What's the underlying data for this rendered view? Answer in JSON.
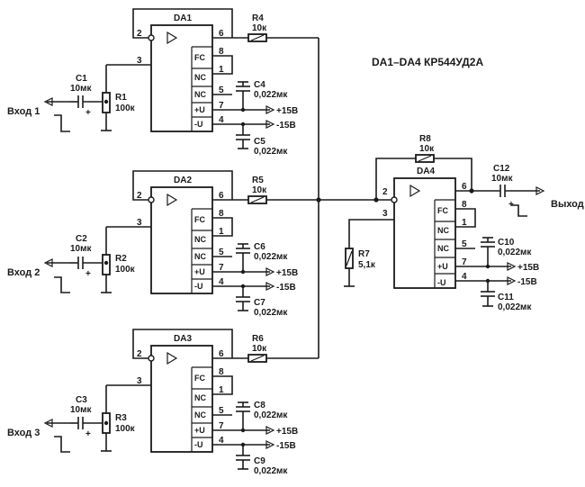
{
  "title": "DA1–DA4  КР544УД2А",
  "opamps": [
    {
      "ref": "DA1",
      "pins": {
        "inv": "2",
        "noninv": "3",
        "out": "6",
        "fc": "8",
        "nc1": "1",
        "nc2": "5",
        "vp": "7",
        "vm": "4"
      }
    },
    {
      "ref": "DA2",
      "pins": {
        "inv": "2",
        "noninv": "3",
        "out": "6",
        "fc": "8",
        "nc1": "1",
        "nc2": "5",
        "vp": "7",
        "vm": "4"
      }
    },
    {
      "ref": "DA3",
      "pins": {
        "inv": "2",
        "noninv": "3",
        "out": "6",
        "fc": "8",
        "nc1": "1",
        "nc2": "5",
        "vp": "7",
        "vm": "4"
      }
    },
    {
      "ref": "DA4",
      "pins": {
        "inv": "2",
        "noninv": "3",
        "out": "6",
        "fc": "8",
        "nc1": "1",
        "nc2": "5",
        "vp": "7",
        "vm": "4"
      }
    }
  ],
  "pin_labels": {
    "fc": "FC",
    "nc": "NC",
    "vp": "+U",
    "vm": "-U"
  },
  "rails": {
    "pos": "+15В",
    "neg": "-15В"
  },
  "inputs": [
    "Вход 1",
    "Вход 2",
    "Вход 3"
  ],
  "output": "Выход",
  "components": {
    "C1": {
      "ref": "C1",
      "value": "10мк"
    },
    "C2": {
      "ref": "C2",
      "value": "10мк"
    },
    "C3": {
      "ref": "C3",
      "value": "10мк"
    },
    "R1": {
      "ref": "R1",
      "value": "100к"
    },
    "R2": {
      "ref": "R2",
      "value": "100к"
    },
    "R3": {
      "ref": "R3",
      "value": "100к"
    },
    "R4": {
      "ref": "R4",
      "value": "10к"
    },
    "R5": {
      "ref": "R5",
      "value": "10к"
    },
    "R6": {
      "ref": "R6",
      "value": "10к"
    },
    "R7": {
      "ref": "R7",
      "value": "5,1к"
    },
    "R8": {
      "ref": "R8",
      "value": "10к"
    },
    "C4": {
      "ref": "C4",
      "value": "0,022мк"
    },
    "C5": {
      "ref": "C5",
      "value": "0,022мк"
    },
    "C6": {
      "ref": "C6",
      "value": "0,022мк"
    },
    "C7": {
      "ref": "C7",
      "value": "0,022мк"
    },
    "C8": {
      "ref": "C8",
      "value": "0,022мк"
    },
    "C9": {
      "ref": "C9",
      "value": "0,022мк"
    },
    "C10": {
      "ref": "C10",
      "value": "0,022мк"
    },
    "C11": {
      "ref": "C11",
      "value": "0,022мк"
    },
    "C12": {
      "ref": "C12",
      "value": "10мк"
    }
  },
  "polarity": "+",
  "colors": {
    "ink": "#1a1a1a",
    "paper": "#ffffff"
  }
}
